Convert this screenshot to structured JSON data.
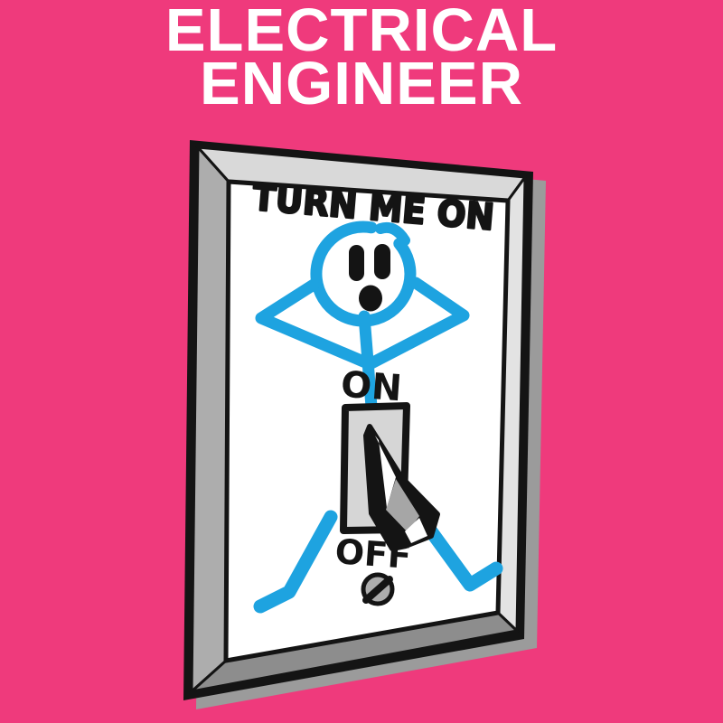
{
  "design": {
    "title": {
      "line1": "ELECTRICAL",
      "line2": "ENGINEER"
    },
    "plate": {
      "caption": "TURN ME ON",
      "on_label": "ON",
      "off_label": "OFF"
    }
  },
  "colors": {
    "bg-pink": "#EF3A7C",
    "title-white": "#FFFFFF",
    "figure-blue": "#1EA3E0",
    "ink-black": "#141414",
    "plate-white": "#FFFFFF",
    "bevel-top": "#D9D9D9",
    "bevel-right": "#E3E3E3",
    "bevel-left": "#ADADAD",
    "bevel-bottom": "#8D8D8D",
    "plate-shadow": "#9B9B9B",
    "switch-gray": "#D6D6D6",
    "toggle-gray": "#A6A6A6",
    "screw-gray": "#ACACAC"
  }
}
